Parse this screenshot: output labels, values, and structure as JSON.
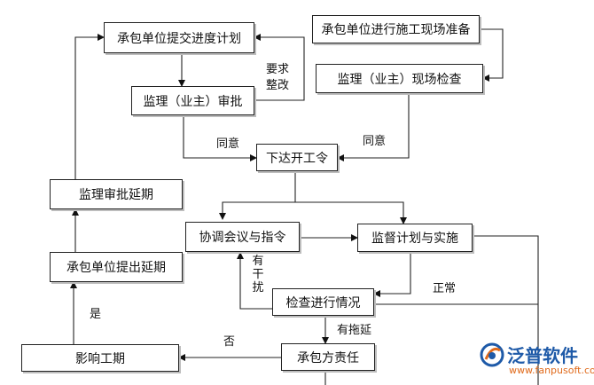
{
  "nodes": {
    "submit_plan": "承包单位提交进度计划",
    "site_prep": "承包单位进行施工现场准备",
    "supervisor_approve": "监理（业主）审批",
    "site_inspect": "监理（业主）现场检查",
    "issue_order": "下达开工令",
    "approve_extension": "监理审批延期",
    "coord_meeting": "协调会议与指令",
    "supervise_impl": "监督计划与实施",
    "request_extension": "承包单位提出延期",
    "check_progress": "检查进行情况",
    "schedule_impact": "影响工期",
    "contractor_resp": "承包方责任"
  },
  "edge_labels": {
    "rectify": "要求\n整改",
    "agree_left": "同意",
    "agree_right": "同意",
    "interference": "有干扰",
    "normal": "正常",
    "delay": "有拖延",
    "no": "否",
    "yes": "是"
  },
  "logo": {
    "text": "泛普软件",
    "url": "www.fanpusoft.com",
    "icon": "fanpu-logo-icon",
    "color_primary": "#1e5aa8",
    "color_accent": "#e06a1b"
  }
}
